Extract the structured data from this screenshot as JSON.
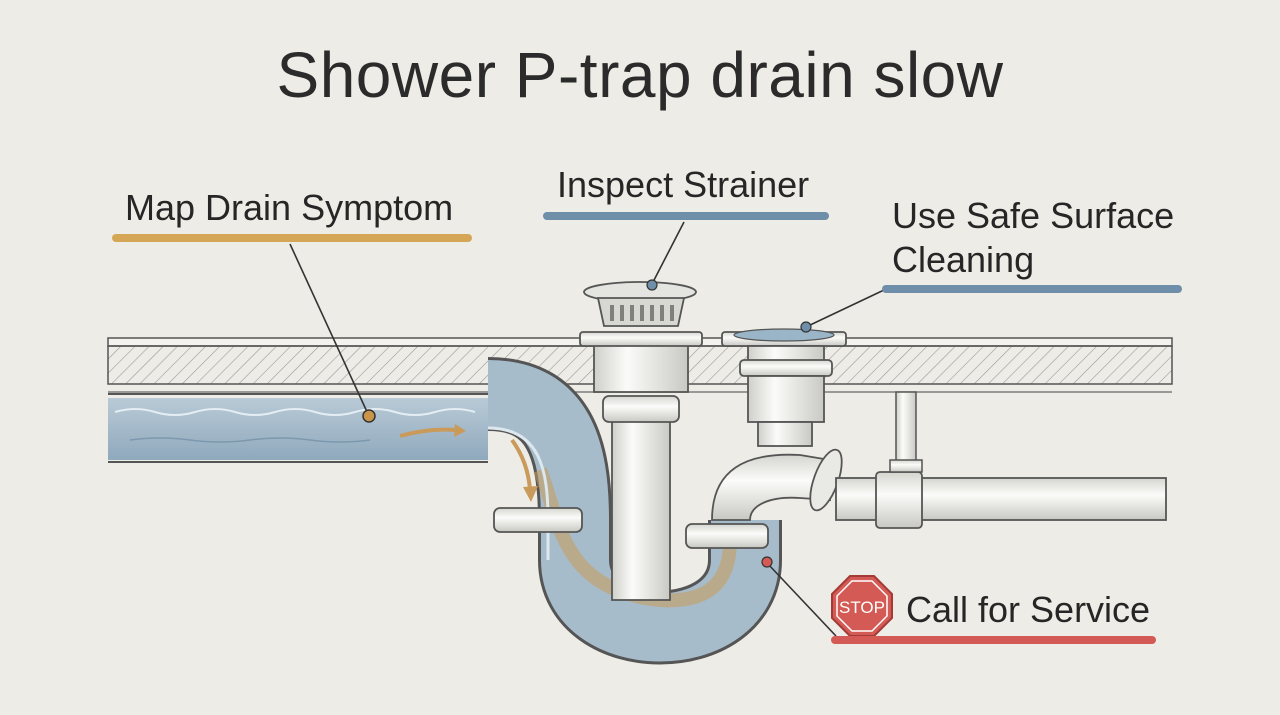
{
  "title": "Shower P-trap drain slow",
  "labels": {
    "map_symptom": "Map Drain Symptom",
    "inspect_strainer": "Inspect Strainer",
    "safe_cleaning_line1": "Use Safe Surface",
    "safe_cleaning_line2": "Cleaning",
    "call_service": "Call for Service"
  },
  "stop_sign": "STOP",
  "colors": {
    "background": "#eeece6",
    "symptom_accent": "#d6a657",
    "inspect_accent": "#6f8ea9",
    "service_accent": "#d45b55",
    "water": "#9cb6c9",
    "sludge": "#c99a5a"
  },
  "icons": [
    "strainer-icon",
    "stop-sign-icon",
    "flow-arrow-icon"
  ]
}
